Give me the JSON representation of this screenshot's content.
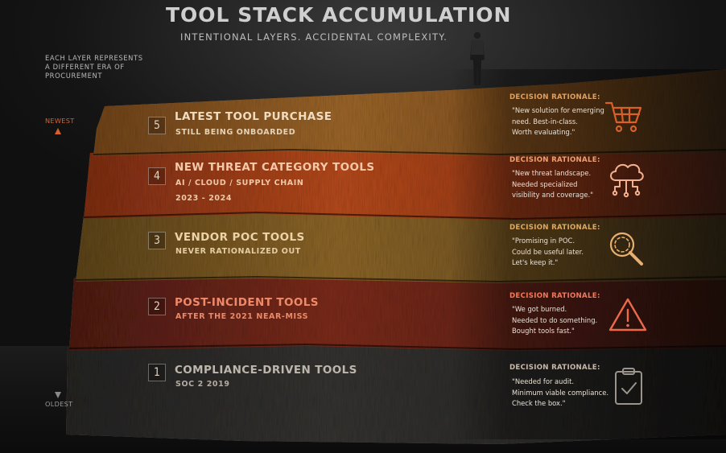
{
  "title": "TOOL STACK ACCUMULATION",
  "subtitle": "INTENTIONAL LAYERS. ACCIDENTAL COMPLEXITY.",
  "note": "EACH LAYER REPRESENTS A DIFFERENT ERA OF PROCUREMENT",
  "axis": {
    "newest": "NEWEST",
    "oldest": "OLDEST"
  },
  "rationale_label": "DECISION RATIONALE:",
  "layers": [
    {
      "number": "5",
      "title": "LATEST TOOL PURCHASE",
      "sub": [
        "STILL BEING ONBOARDED"
      ],
      "quote": [
        "\"New solution for emerging",
        "need. Best-in-class.",
        "Worth evaluating.\""
      ],
      "icon": "shopping-cart-icon"
    },
    {
      "number": "4",
      "title": "NEW THREAT CATEGORY TOOLS",
      "sub": [
        "AI / CLOUD / SUPPLY CHAIN",
        "2023 - 2024"
      ],
      "quote": [
        "\"New threat landscape.",
        "Needed specialized",
        "visibility and coverage.\""
      ],
      "icon": "cloud-network-icon"
    },
    {
      "number": "3",
      "title": "VENDOR POC TOOLS",
      "sub": [
        "NEVER RATIONALIZED OUT"
      ],
      "quote": [
        "\"Promising in POC.",
        "Could be useful later.",
        "Let's keep it.\""
      ],
      "icon": "magnifier-icon"
    },
    {
      "number": "2",
      "title": "POST-INCIDENT TOOLS",
      "sub": [
        "AFTER THE 2021 NEAR-MISS"
      ],
      "quote": [
        "\"We got burned.",
        "Needed to do something.",
        "Bought tools fast.\""
      ],
      "icon": "warning-triangle-icon"
    },
    {
      "number": "1",
      "title": "COMPLIANCE-DRIVEN TOOLS",
      "sub": [
        "SOC 2 2019"
      ],
      "quote": [
        "\"Needed for audit.",
        "Minimum viable compliance.",
        "Check the box.\""
      ],
      "icon": "clipboard-check-icon"
    }
  ],
  "colors": {
    "accent_orange": "#d8602a",
    "layer_5": "#8c5a26",
    "layer_4": "#9c3f1c",
    "layer_3": "#7c5a24",
    "layer_2": "#6a2418",
    "layer_1": "#2c2b29"
  }
}
